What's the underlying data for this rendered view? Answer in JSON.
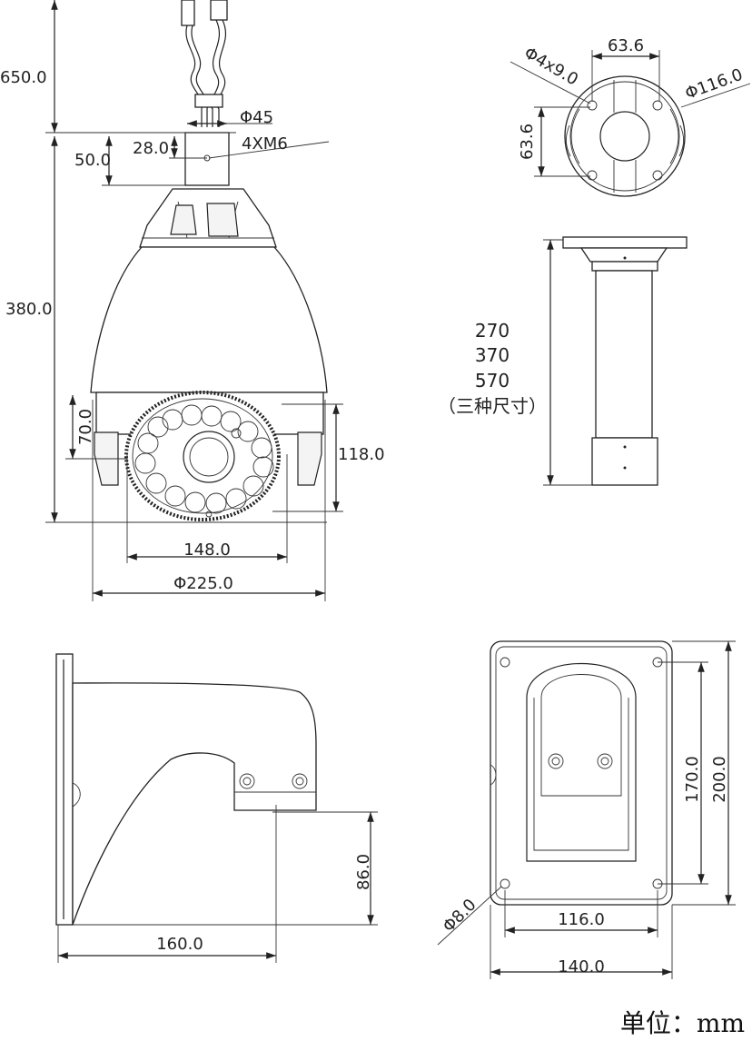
{
  "camera": {
    "cable_length": "650.0",
    "total_height": "380.0",
    "neck_height": "50.0",
    "neck_inner": "28.0",
    "neck_diameter": "Φ45",
    "screw_spec": "4XM6",
    "ir_height": "70.0",
    "window_height": "118.0",
    "window_width": "148.0",
    "body_diameter": "Φ225.0"
  },
  "flange": {
    "hole_spec": "Φ4x9.0",
    "hole_spacing_h": "63.6",
    "outer_diameter": "Φ116.0",
    "hole_spacing_v": "63.6"
  },
  "pole": {
    "lengths": [
      "270",
      "370",
      "570"
    ],
    "note": "（三种尺寸）"
  },
  "bracket_side": {
    "height": "86.0",
    "depth": "160.0"
  },
  "bracket_back": {
    "hole_diameter": "Φ8.0",
    "inner_height": "170.0",
    "outer_height": "200.0",
    "inner_width": "116.0",
    "outer_width": "140.0"
  },
  "unit_label": "单位：mm"
}
